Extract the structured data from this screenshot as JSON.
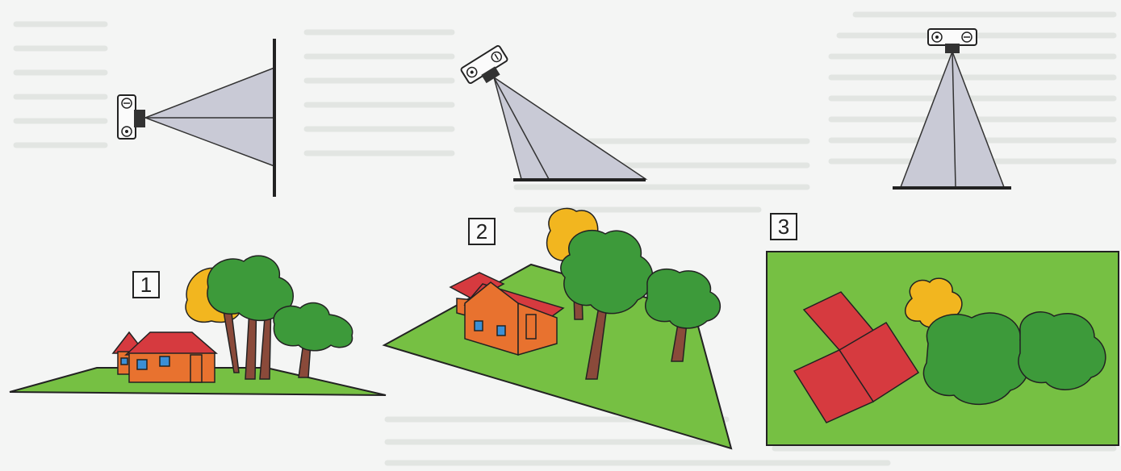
{
  "labels": {
    "view1": "1",
    "view2": "2",
    "view3": "3"
  },
  "colors": {
    "paper": "#f4f5f4",
    "ghost_text": "#d4d8d5",
    "cone": "#c9cad6",
    "ground": "#76c043",
    "roof": "#d63a3f",
    "wall": "#e8722f",
    "tree": "#3d9a3a",
    "tree_dark": "#2e7a2e",
    "tree_yellow": "#f2b61f",
    "trunk": "#8a4a3a",
    "window": "#3b8fd6",
    "line": "#222222"
  }
}
